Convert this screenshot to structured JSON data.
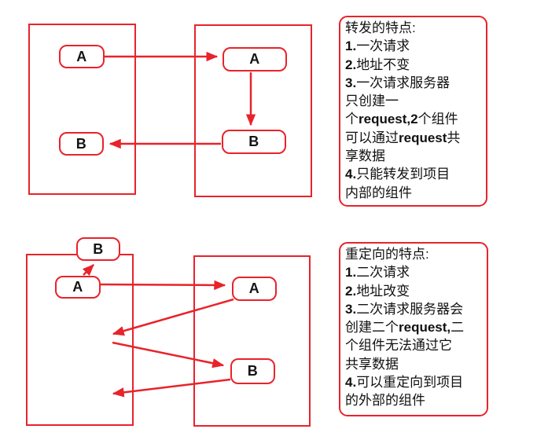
{
  "colors": {
    "accent": "#e8232b",
    "node_text": "#141414",
    "panel_text": "#111111",
    "background": "#ffffff"
  },
  "forward_diagram": {
    "client_nodes": [
      "A",
      "B"
    ],
    "server_nodes": [
      "A",
      "B"
    ]
  },
  "redirect_diagram": {
    "external_node": "B",
    "client_nodes": [
      "A"
    ],
    "server_nodes": [
      "A",
      "B"
    ]
  },
  "forward_panel": {
    "lines": [
      [
        {
          "t": "转发的特点:"
        }
      ],
      [
        {
          "t": "1.",
          "b": true
        },
        {
          "t": "一次请求"
        }
      ],
      [
        {
          "t": "2.",
          "b": true
        },
        {
          "t": "地址不变"
        }
      ],
      [
        {
          "t": "3.",
          "b": true
        },
        {
          "t": "一次请求服务器"
        }
      ],
      [
        {
          "t": "只创建一"
        }
      ],
      [
        {
          "t": "个"
        },
        {
          "t": "request,2",
          "b": true
        },
        {
          "t": "个组件"
        }
      ],
      [
        {
          "t": "可以通过"
        },
        {
          "t": "request",
          "b": true
        },
        {
          "t": "共"
        }
      ],
      [
        {
          "t": "享数据"
        }
      ],
      [
        {
          "t": "4.",
          "b": true
        },
        {
          "t": "只能转发到项目"
        }
      ],
      [
        {
          "t": "内部的组件"
        }
      ]
    ]
  },
  "redirect_panel": {
    "lines": [
      [
        {
          "t": "重定向的特点:"
        }
      ],
      [
        {
          "t": "1.",
          "b": true
        },
        {
          "t": "二次请求"
        }
      ],
      [
        {
          "t": "2.",
          "b": true
        },
        {
          "t": "地址改变"
        }
      ],
      [
        {
          "t": "3.",
          "b": true
        },
        {
          "t": "二次请求服务器会"
        }
      ],
      [
        {
          "t": "创建二个"
        },
        {
          "t": "request,",
          "b": true
        },
        {
          "t": "二"
        }
      ],
      [
        {
          "t": "个组件无法通过它"
        }
      ],
      [
        {
          "t": "共享数据"
        }
      ],
      [
        {
          "t": "4.",
          "b": true
        },
        {
          "t": "可以重定向到项目"
        }
      ],
      [
        {
          "t": "的外部的组件"
        }
      ]
    ]
  }
}
